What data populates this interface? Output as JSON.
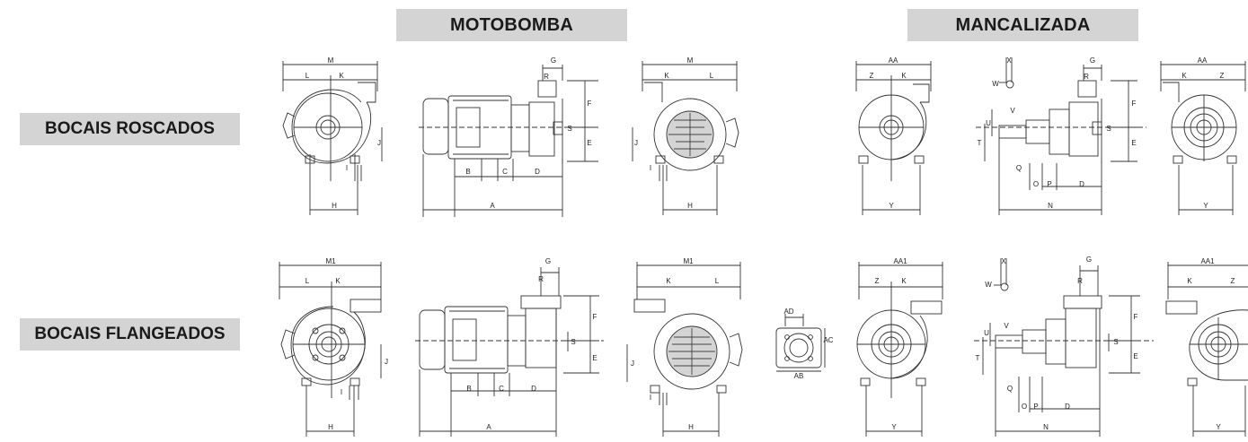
{
  "headers": {
    "motobomba": "MOTOBOMBA",
    "mancalizada": "MANCALIZADA"
  },
  "rows": {
    "roscados": "BOCAIS ROSCADOS",
    "flangeados": "BOCAIS FLANGEADOS"
  },
  "dims": {
    "M": "M",
    "L": "L",
    "K": "K",
    "H": "H",
    "I": "I",
    "J": "J",
    "G": "G",
    "R": "R",
    "F": "F",
    "S": "S",
    "E": "E",
    "A": "A",
    "B": "B",
    "C": "C",
    "D": "D",
    "AA": "AA",
    "Z": "Z",
    "Y": "Y",
    "X": "X",
    "W": "W",
    "U": "U",
    "V": "V",
    "T": "T",
    "Q": "Q",
    "O": "O",
    "P": "P",
    "N": "N",
    "M1": "M1",
    "AA1": "AA1",
    "AD": "AD",
    "AC": "AC",
    "AB": "AB"
  }
}
